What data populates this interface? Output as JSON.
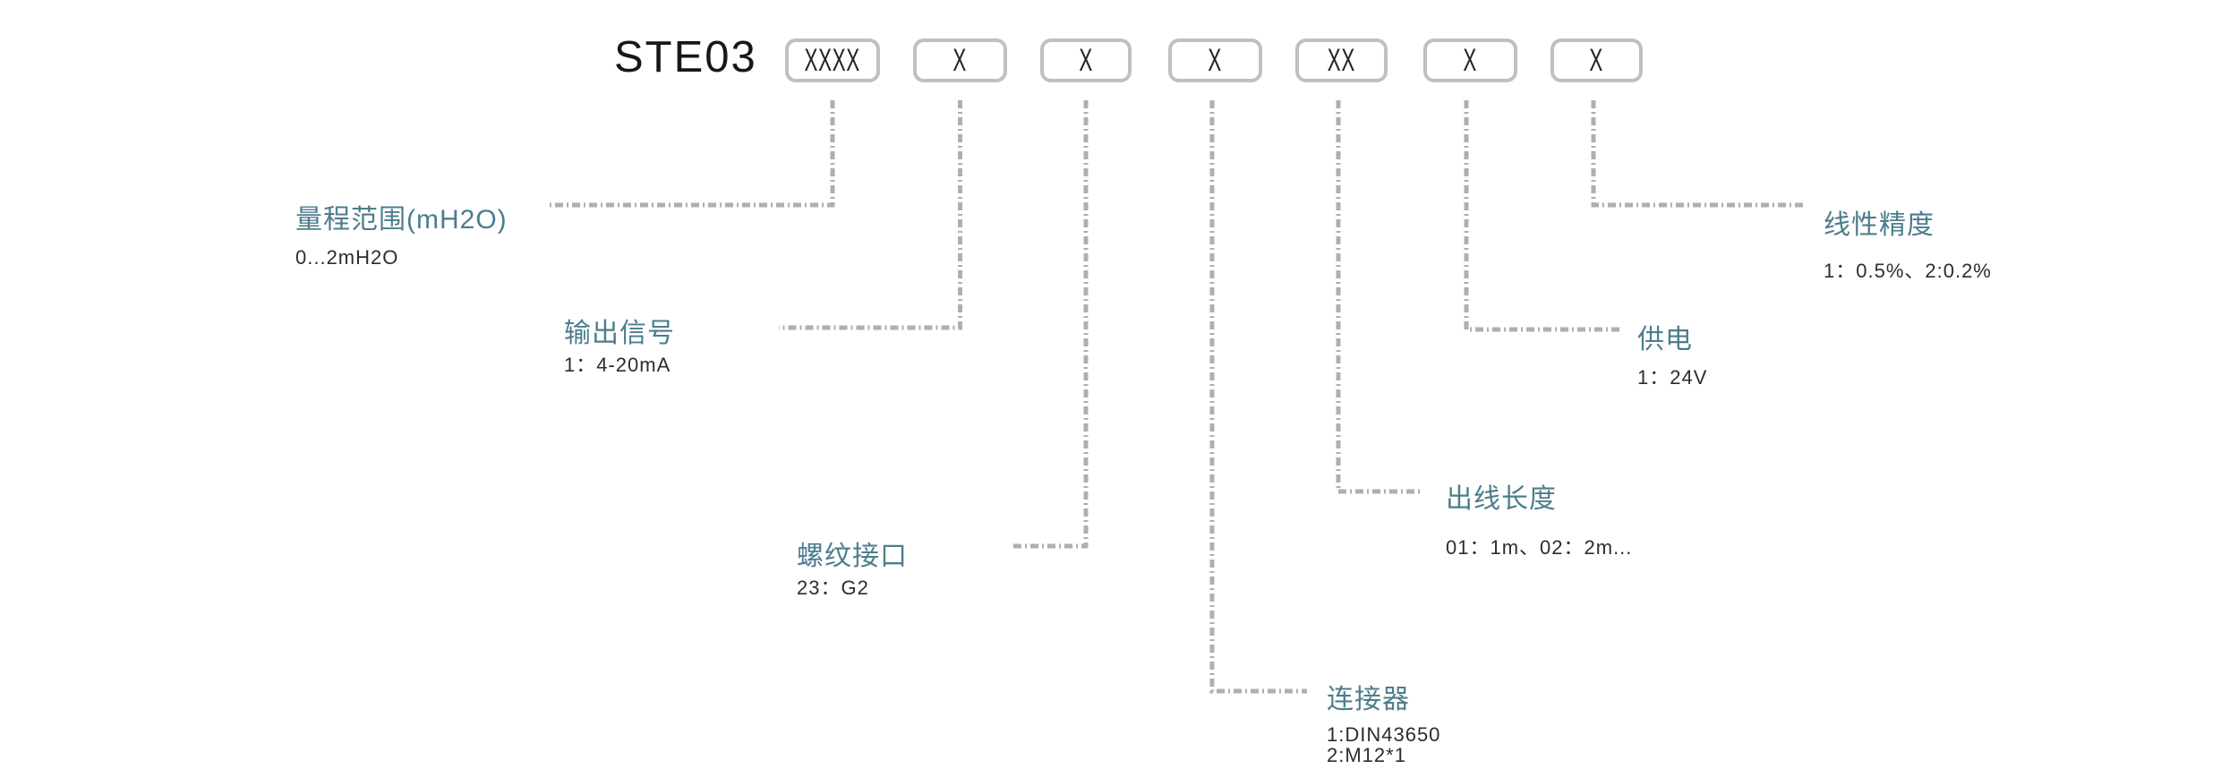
{
  "title": "STE03",
  "colors": {
    "accent": "#4d7d8d",
    "connector_line": "#b2aeab",
    "box_border": "#c3bfbc",
    "value_text": "#2d2d2d",
    "title_text": "#171717",
    "background": "#ffffff"
  },
  "code_boxes": [
    {
      "code": "XXXX"
    },
    {
      "code": "X"
    },
    {
      "code": "X"
    },
    {
      "code": "X"
    },
    {
      "code": "XX"
    },
    {
      "code": "X"
    },
    {
      "code": "X"
    }
  ],
  "fields": [
    {
      "id": "range",
      "label": "量程范围(mH2O)",
      "values": [
        "0...2mH2O"
      ]
    },
    {
      "id": "output",
      "label": "输出信号",
      "values": [
        "1：4-20mA"
      ]
    },
    {
      "id": "thread",
      "label": "螺纹接口",
      "values": [
        "23：G2"
      ]
    },
    {
      "id": "connector",
      "label": "连接器",
      "values": [
        "1:DIN43650",
        "2:M12*1"
      ]
    },
    {
      "id": "cable",
      "label": "出线长度",
      "values": [
        "01：1m、02：2m..."
      ]
    },
    {
      "id": "power",
      "label": "供电",
      "values": [
        "1：24V"
      ]
    },
    {
      "id": "linearity",
      "label": "线性精度",
      "values": [
        "1：0.5%、2:0.2%"
      ]
    }
  ]
}
